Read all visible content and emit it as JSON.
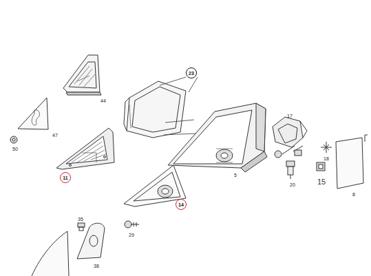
{
  "diagram": {
    "nodes": [
      {
        "text": [
          "23"
        ]
      },
      {
        "text": [
          "11"
        ]
      },
      {
        "text": [
          "14"
        ]
      }
    ],
    "labels": [
      "44",
      "47",
      "50",
      "17",
      "18",
      "5",
      "15",
      "8",
      "20",
      "35",
      "29",
      "38"
    ]
  }
}
